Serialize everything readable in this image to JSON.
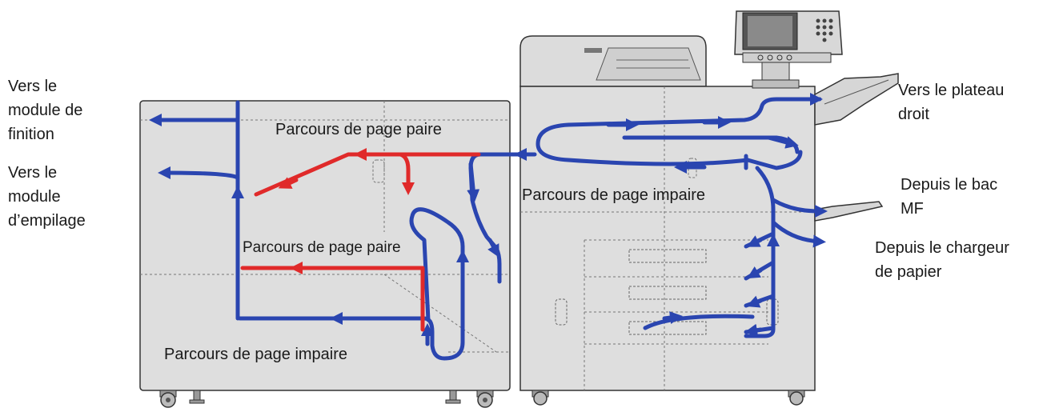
{
  "colors": {
    "odd_path": "#2a45b0",
    "even_path": "#e02a2a",
    "machine_body": "#dedede",
    "machine_outline": "#333333",
    "text": "#1a1a1a"
  },
  "labels": {
    "to_finisher": [
      "Vers le",
      "module de",
      "finition"
    ],
    "to_stacker": [
      "Vers le",
      "module",
      "d’empilage"
    ],
    "even_path_top": "Parcours de page paire",
    "even_path_mid": "Parcours de page paire",
    "odd_path_bottom": "Parcours de page impaire",
    "odd_path_right": "Parcours de page impaire",
    "to_right_tray": [
      "Vers le plateau",
      "droit"
    ],
    "from_mf_tray": [
      "Depuis le bac",
      "MF"
    ],
    "from_paper_feeder": [
      "Depuis le chargeur",
      "de papier"
    ]
  }
}
